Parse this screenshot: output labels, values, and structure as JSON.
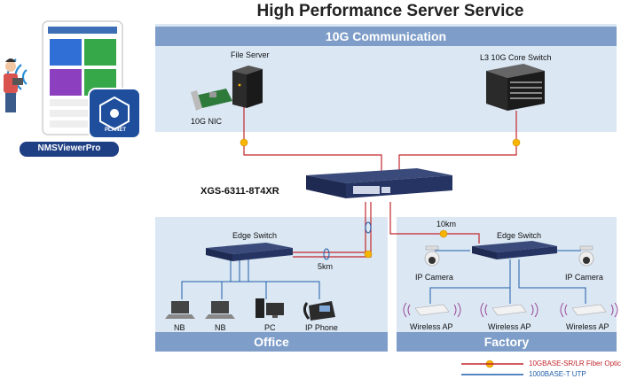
{
  "title": "High Performance Server Service",
  "zones": {
    "top": {
      "label": "10G Communication"
    },
    "office": {
      "label": "Office"
    },
    "factory": {
      "label": "Factory"
    }
  },
  "devices": {
    "file_server": "File Server",
    "nic": "10G NIC",
    "core_switch": "L3 10G Core Switch",
    "main_switch": "XGS-6311-8T4XR",
    "edge_office": "Edge Switch",
    "edge_factory": "Edge Switch",
    "nb1": "NB",
    "nb2": "NB",
    "pc": "PC",
    "ip_phone": "IP Phone",
    "cam_left": "IP Camera",
    "cam_right": "IP Camera",
    "ap1": "Wireless AP",
    "ap2": "Wireless AP",
    "ap3": "Wireless AP"
  },
  "distances": {
    "office": "5km",
    "factory": "10km"
  },
  "app": {
    "name": "NMSViewerPro",
    "brand": "PLANET"
  },
  "legend": {
    "fiber": "10GBASE-SR/LR Fiber Optic",
    "utp": "1000BASE-T UTP"
  },
  "colors": {
    "fiber": "#c1272d",
    "utp": "#1f5ea8",
    "zone": "#dbe7f3",
    "bar": "#7e9ec9",
    "badge": "#f7b500"
  }
}
